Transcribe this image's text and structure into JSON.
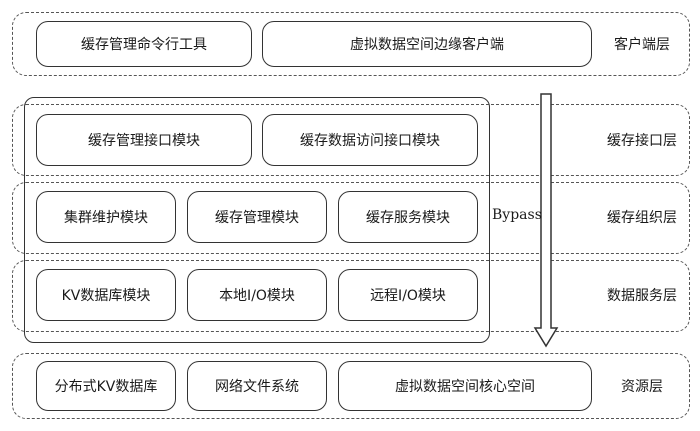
{
  "layers": {
    "client": {
      "label": "客户端层",
      "modules": [
        "缓存管理命令行工具",
        "虚拟数据空间边缘客户端"
      ]
    },
    "cache_interface": {
      "label": "缓存接口层",
      "modules": [
        "缓存管理接口模块",
        "缓存数据访问接口模块"
      ]
    },
    "cache_organization": {
      "label": "缓存组织层",
      "modules": [
        "集群维护模块",
        "缓存管理模块",
        "缓存服务模块"
      ]
    },
    "data_service": {
      "label": "数据服务层",
      "modules": [
        "KV数据库模块",
        "本地I/O模块",
        "远程I/O模块"
      ]
    },
    "resource": {
      "label": "资源层",
      "modules": [
        "分布式KV数据库",
        "网络文件系统",
        "虚拟数据空间核心空间"
      ]
    }
  },
  "bypass": {
    "label": "Bypass"
  }
}
